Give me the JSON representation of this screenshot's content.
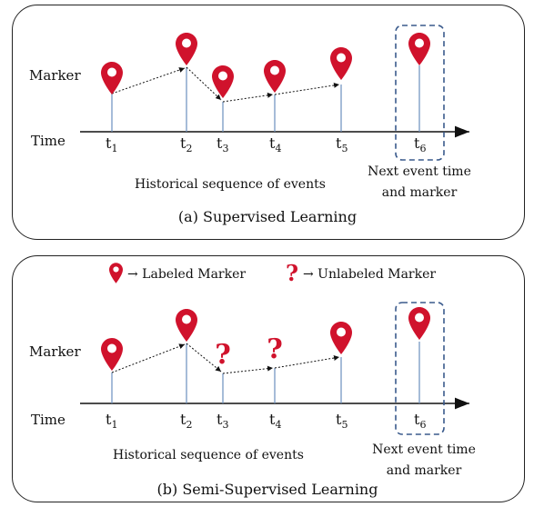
{
  "colors": {
    "marker": "#d0122c",
    "stem": "#6b8fbf",
    "dashed_box": "#3a5a8c",
    "axis": "#111111"
  },
  "panel_a": {
    "marker_label": "Marker",
    "time_label": "Time",
    "time_points": [
      {
        "t": "t",
        "sub": "1"
      },
      {
        "t": "t",
        "sub": "2"
      },
      {
        "t": "t",
        "sub": "3"
      },
      {
        "t": "t",
        "sub": "4"
      },
      {
        "t": "t",
        "sub": "5"
      },
      {
        "t": "t",
        "sub": "6"
      }
    ],
    "historical_label": "Historical sequence of events",
    "next_event_line1": "Next event time",
    "next_event_line2": "and marker",
    "caption": "(a) Supervised Learning"
  },
  "panel_b": {
    "legend_labeled": "→ Labeled Marker",
    "legend_unlabeled": "→ Unlabeled Marker",
    "question_mark": "?",
    "marker_label": "Marker",
    "time_label": "Time",
    "time_points": [
      {
        "t": "t",
        "sub": "1"
      },
      {
        "t": "t",
        "sub": "2"
      },
      {
        "t": "t",
        "sub": "3"
      },
      {
        "t": "t",
        "sub": "4"
      },
      {
        "t": "t",
        "sub": "5"
      },
      {
        "t": "t",
        "sub": "6"
      }
    ],
    "historical_label": "Historical sequence of events",
    "next_event_line1": "Next event time",
    "next_event_line2": "and marker",
    "caption": "(b) Semi-Supervised Learning"
  }
}
